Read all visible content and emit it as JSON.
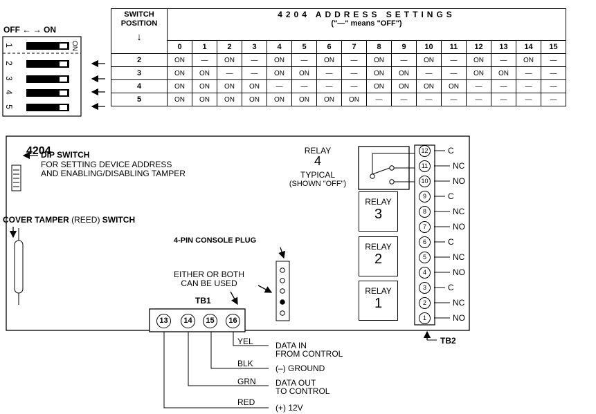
{
  "dip_header": {
    "off_on": "OFF ← → ON",
    "on_label": "ON"
  },
  "dip_switches": [
    "1",
    "2",
    "3",
    "4",
    "5"
  ],
  "table": {
    "switch_position_header": "SWITCH POSITION",
    "title": "4204 ADDRESS SETTINGS",
    "subtitle": "(\"—\" means \"OFF\")",
    "down_arrow": "↓",
    "addresses": [
      "0",
      "1",
      "2",
      "3",
      "4",
      "5",
      "6",
      "7",
      "8",
      "9",
      "10",
      "11",
      "12",
      "13",
      "14",
      "15"
    ],
    "rows": [
      {
        "position": "2",
        "values": [
          "ON",
          "—",
          "ON",
          "—",
          "ON",
          "—",
          "ON",
          "—",
          "ON",
          "—",
          "ON",
          "—",
          "ON",
          "—",
          "ON",
          "—"
        ]
      },
      {
        "position": "3",
        "values": [
          "ON",
          "ON",
          "—",
          "—",
          "ON",
          "ON",
          "—",
          "—",
          "ON",
          "ON",
          "—",
          "—",
          "ON",
          "ON",
          "—",
          "—"
        ]
      },
      {
        "position": "4",
        "values": [
          "ON",
          "ON",
          "ON",
          "ON",
          "—",
          "—",
          "—",
          "—",
          "ON",
          "ON",
          "ON",
          "ON",
          "—",
          "—",
          "—",
          "—"
        ]
      },
      {
        "position": "5",
        "values": [
          "ON",
          "ON",
          "ON",
          "ON",
          "ON",
          "ON",
          "ON",
          "ON",
          "—",
          "—",
          "—",
          "—",
          "—",
          "—",
          "—",
          "—"
        ]
      }
    ]
  },
  "board": {
    "model": "4204",
    "dip_switch_label": "DIP SWITCH",
    "dip_switch_desc_1": "FOR SETTING DEVICE ADDRESS",
    "dip_switch_desc_2": "AND ENABLING/DISABLING TAMPER",
    "cover_tamper_1": "COVER TAMPER",
    "cover_tamper_2": " (REED) ",
    "cover_tamper_3": "SWITCH",
    "console_plug": "4-PIN CONSOLE PLUG",
    "either_1": "EITHER OR BOTH",
    "either_2": "CAN BE USED",
    "relay_note_1": "RELAY",
    "relay_note_2": "4",
    "relay_note_3": "TYPICAL",
    "relay_note_4": "(SHOWN \"OFF\")",
    "relays": [
      {
        "label": "RELAY",
        "num": "3"
      },
      {
        "label": "RELAY",
        "num": "2"
      },
      {
        "label": "RELAY",
        "num": "1"
      }
    ],
    "tb1_label": "TB1",
    "tb1_terminals": [
      "13",
      "14",
      "15",
      "16"
    ],
    "tb2_label": "TB2",
    "tb2_terminals": [
      "12",
      "11",
      "10",
      "9",
      "8",
      "7",
      "6",
      "5",
      "4",
      "3",
      "2",
      "1"
    ],
    "tb2_labels": [
      "C",
      "NC",
      "NO",
      "C",
      "NC",
      "NO",
      "C",
      "NC",
      "NO",
      "C",
      "NC",
      "NO"
    ]
  },
  "wires": [
    {
      "color": "YEL",
      "desc_1": "DATA IN",
      "desc_2": "FROM CONTROL"
    },
    {
      "color": "BLK",
      "desc_1": "(–) GROUND",
      "desc_2": ""
    },
    {
      "color": "GRN",
      "desc_1": "DATA OUT",
      "desc_2": "TO CONTROL"
    },
    {
      "color": "RED",
      "desc_1": "(+) 12V",
      "desc_2": ""
    }
  ]
}
